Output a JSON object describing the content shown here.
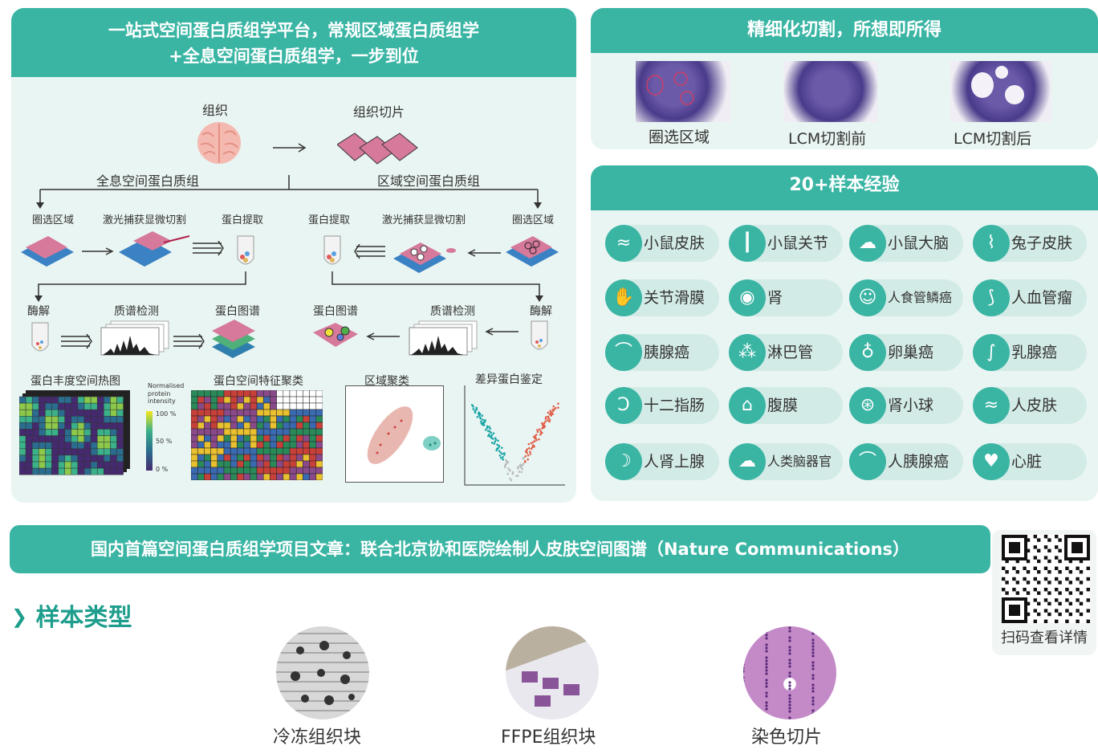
{
  "left_panel": {
    "title_line1": "一站式空间蛋白质组学平台，常规区域蛋白质组学",
    "title_line2": "+全息空间蛋白质组学，一步到位",
    "tissue_label": "组织",
    "slice_label": "组织切片",
    "holo_label": "全息空间蛋白质组",
    "region_label": "区域空间蛋白质组",
    "left_row1": [
      "圈选区域",
      "激光捕获显微切割",
      "蛋白提取"
    ],
    "right_row1": [
      "蛋白提取",
      "激光捕获显微切割",
      "圈选区域"
    ],
    "left_row2": [
      "酶解",
      "质谱检测",
      "蛋白图谱"
    ],
    "right_row2": [
      "蛋白图谱",
      "质谱检测",
      "酶解"
    ],
    "bottom_titles": [
      "蛋白丰度空间热图",
      "蛋白空间特征聚类",
      "区域聚类",
      "差异蛋白鉴定"
    ],
    "legend": {
      "title1": "Normalised",
      "title2": "protein",
      "title3": "intensity",
      "ticks": [
        "100 %",
        "50 %",
        "0 %"
      ]
    }
  },
  "cut_panel": {
    "title": "精细化切割，所想即所得",
    "captions": [
      "圈选区域",
      "LCM切割前",
      "LCM切割后"
    ]
  },
  "samples_panel": {
    "title": "20+样本经验",
    "items": [
      {
        "label": "小鼠皮肤",
        "icon": "skin-icon"
      },
      {
        "label": "小鼠关节",
        "icon": "joint-icon"
      },
      {
        "label": "小鼠大脑",
        "icon": "brain-icon"
      },
      {
        "label": "兔子皮肤",
        "icon": "hair-skin-icon"
      },
      {
        "label": "关节滑膜",
        "icon": "hand-icon"
      },
      {
        "label": "肾",
        "icon": "kidney-icon"
      },
      {
        "label": "人食管鳞癌",
        "icon": "head-icon"
      },
      {
        "label": "人血管瘤",
        "icon": "vessel-icon"
      },
      {
        "label": "胰腺癌",
        "icon": "pancreas-icon"
      },
      {
        "label": "淋巴管",
        "icon": "lymph-icon"
      },
      {
        "label": "卵巢癌",
        "icon": "ovary-icon"
      },
      {
        "label": "乳腺癌",
        "icon": "breast-icon"
      },
      {
        "label": "十二指肠",
        "icon": "duodenum-icon"
      },
      {
        "label": "腹膜",
        "icon": "torso-icon"
      },
      {
        "label": "肾小球",
        "icon": "glomerulus-icon"
      },
      {
        "label": "人皮肤",
        "icon": "skin-icon"
      },
      {
        "label": "人肾上腺",
        "icon": "adrenal-icon"
      },
      {
        "label": "人类脑器官",
        "icon": "brain-icon"
      },
      {
        "label": "人胰腺癌",
        "icon": "pancreas-icon"
      },
      {
        "label": "心脏",
        "icon": "heart-icon"
      }
    ]
  },
  "banner": {
    "text": "国内首篇空间蛋白质组学项目文章：联合北京协和医院绘制人皮肤空间图谱（Nature Communications）"
  },
  "qr": {
    "caption": "扫码查看详情"
  },
  "sample_types": {
    "heading": "样本类型",
    "items": [
      "冷冻组织块",
      "FFPE组织块",
      "染色切片"
    ]
  },
  "colors": {
    "accent": "#3ab5a4",
    "panel_bg": "#e9f5f2",
    "pill_bg": "#d3ebe6"
  }
}
